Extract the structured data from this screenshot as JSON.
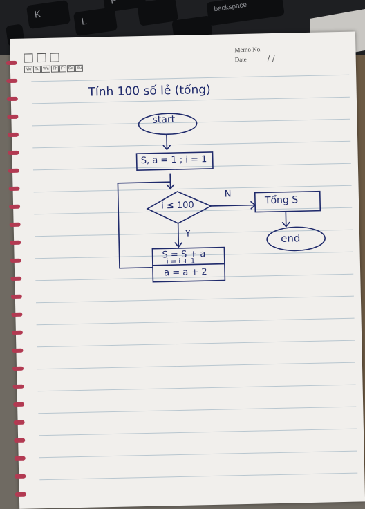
{
  "laptop": {
    "keys": [
      "K",
      "L",
      "P",
      "",
      "",
      "backspace"
    ]
  },
  "notebook": {
    "memo_label": "Memo No.",
    "date_label": "Date",
    "date_slashes": "/      /",
    "weekdays": [
      "Mo",
      "Tu",
      "We",
      "Th",
      "Fr",
      "Sa",
      "Su"
    ]
  },
  "flowchart": {
    "title": "Tính 100 số lẻ (tổng)",
    "start": "start",
    "init": "S, a = 1 ; i = 1",
    "condition": "i ≤ 100",
    "no_label": "N",
    "yes_label": "Y",
    "output": "Tổng S",
    "end": "end",
    "step1": "S = S + a",
    "step2": "i = i + 1",
    "step3": "a = a + 2"
  }
}
